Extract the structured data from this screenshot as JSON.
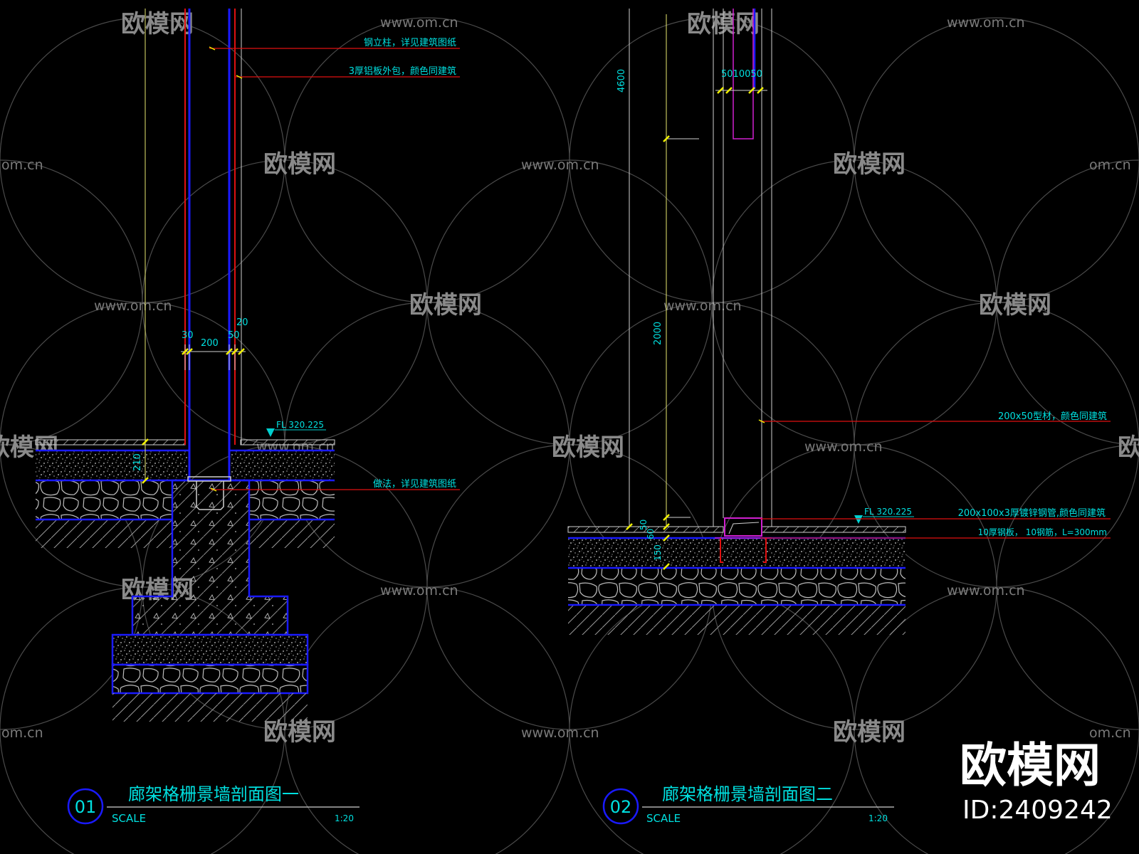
{
  "watermark": {
    "brand": "欧模网",
    "url": "www.om.cn",
    "url_short": "om.cn"
  },
  "corner": {
    "brand": "欧模网",
    "id": "ID:2409242"
  },
  "section1": {
    "number": "01",
    "title": "廊架格栅景墙剖面图一",
    "scale_label": "SCALE",
    "scale_value": "1:20",
    "notes": {
      "steel_column": "钢立柱，详见建筑图纸",
      "alu_cladding": "3厚铝板外包，颜色同建筑",
      "method": "做法，详见建筑图纸"
    },
    "dims": {
      "d30": "30",
      "d200": "200",
      "d50": "50",
      "d20": "20",
      "d210": "210"
    },
    "level": "FL 320.225"
  },
  "section2": {
    "number": "02",
    "title": "廊架格栅景墙剖面图二",
    "scale_label": "SCALE",
    "scale_value": "1:20",
    "notes": {
      "profile": "200x50型材，颜色同建筑",
      "tube": "200x100x3厚镀锌钢管,颜色同建筑",
      "plate": "10厚钢板，  10钢筋，L=300mm"
    },
    "dims": {
      "d4600": "4600",
      "d2000": "2000",
      "d5010050": "5010050",
      "d50": "50",
      "d60": "60",
      "d150": "150"
    },
    "level": "FL 320.225"
  },
  "colors": {
    "background": "#000000",
    "cyan": "#00e0e0",
    "yellow": "#f0f000",
    "blue": "#1a1aff",
    "red": "#e01010",
    "magenta": "#d020d0"
  }
}
